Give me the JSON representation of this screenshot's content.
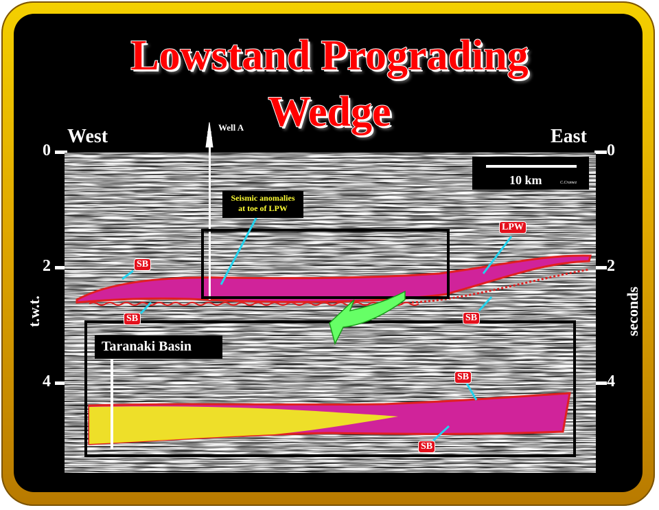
{
  "title": {
    "line1": "Lowstand Prograding",
    "line2": "Wedge"
  },
  "directions": {
    "west": "West",
    "east": "East"
  },
  "well": {
    "label": "Well A"
  },
  "axis": {
    "left_ticks": [
      "0",
      "2",
      "4"
    ],
    "right_ticks": [
      "0",
      "2",
      "4"
    ],
    "left_label": "t.w.t.",
    "right_label": "seconds"
  },
  "scale_bar": {
    "label": "10 km",
    "credit": "C.Cramez"
  },
  "callout": {
    "line1": "Seismic anomalies",
    "line2": "at toe of LPW"
  },
  "basin_label": "Taranaki Basin",
  "tags": {
    "sb": "SB",
    "lpw": "LPW"
  },
  "colors": {
    "frame": "#e0a800",
    "title": "#ff0000",
    "wedge": "#d0239a",
    "sand": "#f0f020",
    "boundary": "#e02020",
    "arrow": "#66ff66",
    "leader": "#22d3ee"
  }
}
